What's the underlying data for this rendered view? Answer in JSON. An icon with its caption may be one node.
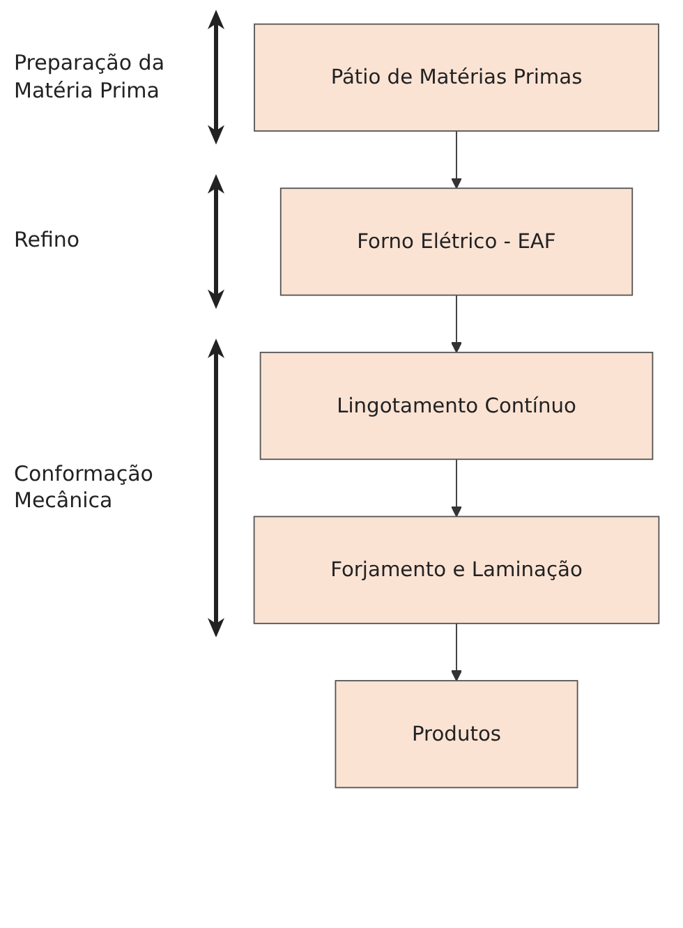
{
  "diagram": {
    "nodes": [
      {
        "text": [
          "Pátio de Matérias Primas"
        ]
      },
      {
        "text": [
          "Forno Elétrico - EAF"
        ]
      },
      {
        "text": [
          "Lingotamento Contínuo"
        ]
      },
      {
        "text": [
          "Forjamento e Laminação"
        ]
      },
      {
        "text": [
          "Produtos"
        ]
      }
    ],
    "edges": [
      {
        "from": 0,
        "to": 1,
        "arrow": "to"
      },
      {
        "from": 1,
        "to": 2,
        "arrow": "to"
      },
      {
        "from": 2,
        "to": 3,
        "arrow": "to"
      },
      {
        "from": 3,
        "to": 4,
        "arrow": "to"
      }
    ],
    "labels": [
      "Preparação da Matéria Prima",
      "Refino",
      "Conformação Mecânica"
    ]
  }
}
